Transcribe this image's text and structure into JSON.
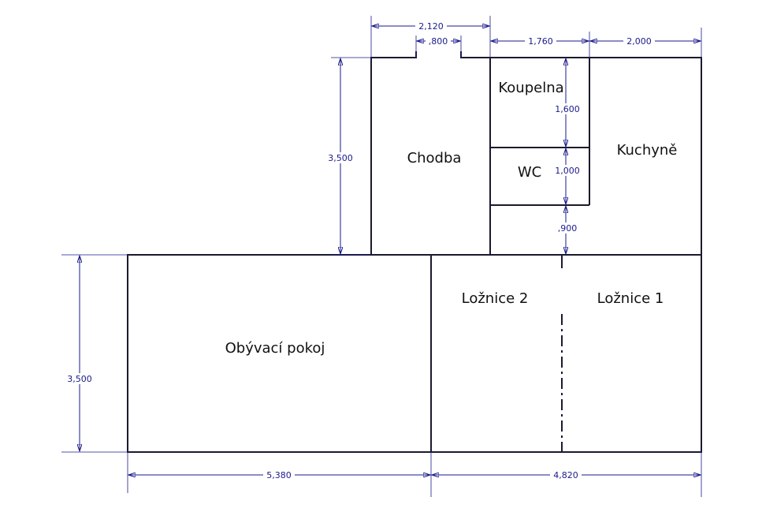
{
  "rooms": {
    "chodba": "Chodba",
    "koupelna": "Koupelna",
    "wc": "WC",
    "kuchyne": "Kuchyně",
    "loznice2": "Ložnice 2",
    "loznice1": "Ložnice 1",
    "obyvaci": "Obývací pokoj"
  },
  "dimensions": {
    "top_2120": "2,120",
    "top_800": ",800",
    "top_1760": "1,760",
    "top_2000": "2,000",
    "left_upper_3500": "3,500",
    "left_lower_3500": "3,500",
    "v_1600": "1,600",
    "v_1000": "1,000",
    "v_900": ",900",
    "bottom_5380": "5,380",
    "bottom_4820": "4,820"
  },
  "colors": {
    "wall": "#1a1a2e",
    "dimension": "#1a1a8c",
    "background": "#ffffff"
  }
}
